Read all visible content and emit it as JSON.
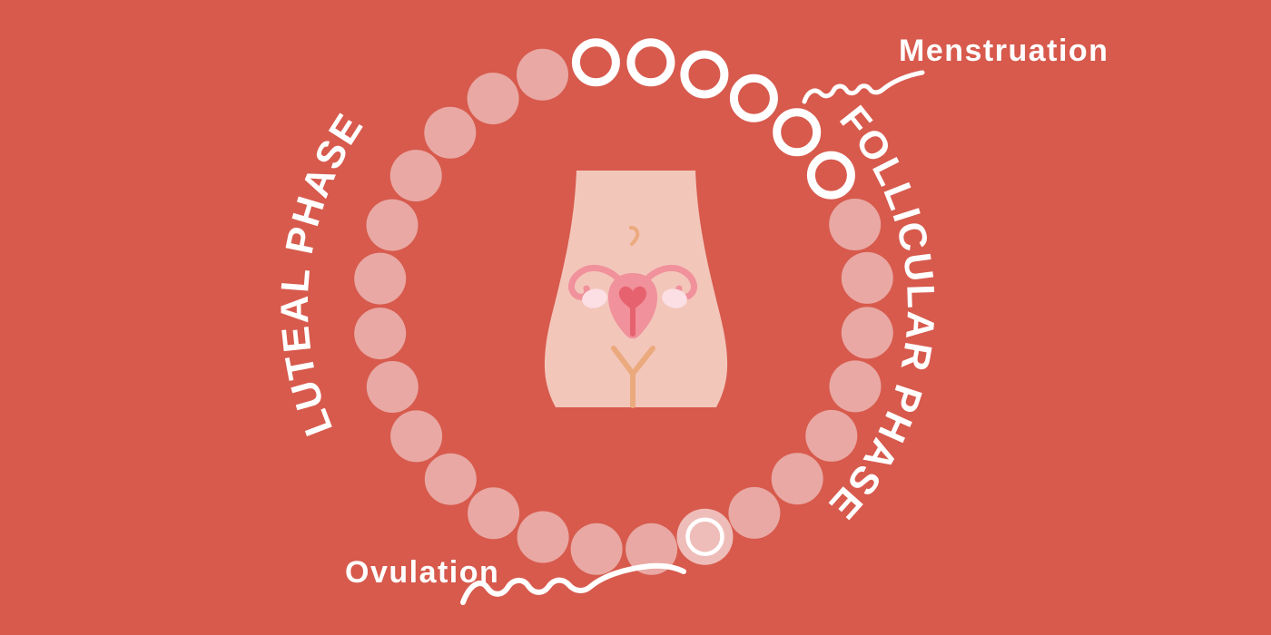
{
  "labels": {
    "menstruation": "Menstruation",
    "follicular_phase": "FOLLICULAR PHASE",
    "luteal_phase": "LUTEAL PHASE",
    "ovulation": "Ovulation"
  },
  "cycle": {
    "total_days": 28,
    "menstruation_days": [
      1,
      2,
      3,
      4,
      5,
      6
    ],
    "ovulation_day": 14
  },
  "colors": {
    "background": "#D75A4D",
    "dot_fill": "#E9A8A3",
    "ovulation_dot_fill": "#EFBDB9",
    "label_text": "#FFFFFF",
    "skin": "#F3C6BA",
    "uterus": "#F0919B",
    "uterus_accent": "#E7626F",
    "ovary": "#FBDFE4",
    "body_line": "#EBAA7E"
  }
}
